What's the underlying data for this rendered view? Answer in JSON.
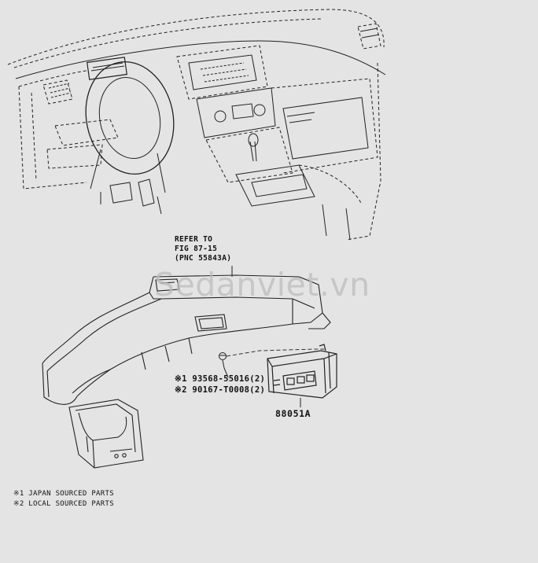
{
  "refer": {
    "line1": "REFER TO",
    "line2": "FIG 87-15",
    "line3": "(PNC 55843A)"
  },
  "parts": [
    {
      "mark": "※1",
      "number": "93568-55016",
      "qty": "(2)"
    },
    {
      "mark": "※2",
      "number": "90167-T0008",
      "qty": "(2)"
    }
  ],
  "main_part": "88051A",
  "watermark": "Sedanviet.vn",
  "notes": [
    {
      "mark": "※1",
      "text": "JAPAN SOURCED PARTS"
    },
    {
      "mark": "※2",
      "text": "LOCAL SOURCED PARTS"
    }
  ]
}
